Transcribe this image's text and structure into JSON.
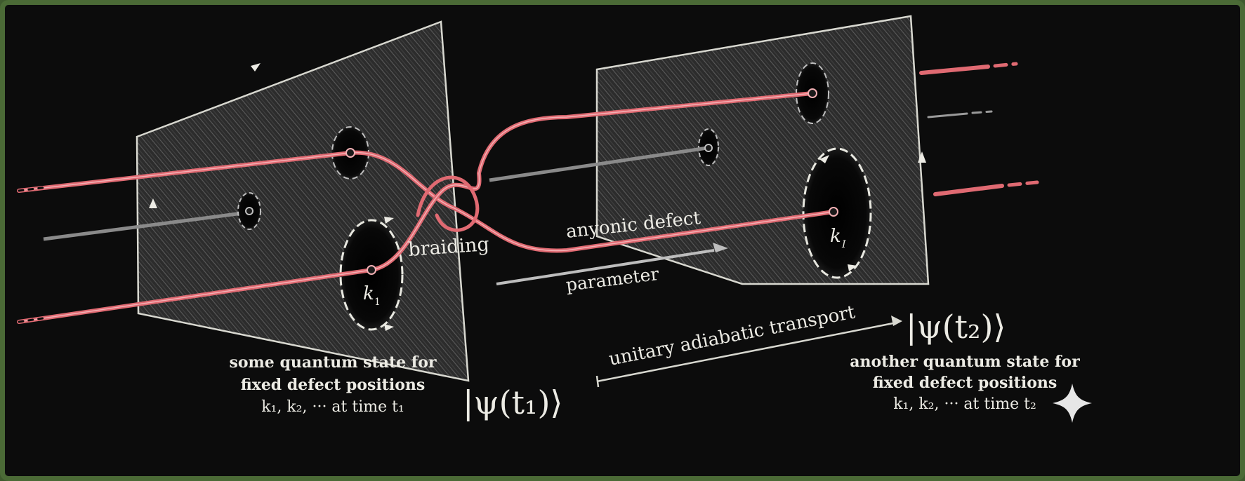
{
  "labels": {
    "braiding": "braiding",
    "anyonic_defect": "anyonic defect",
    "parameter": "parameter",
    "unitary_transport": "unitary adiabatic transport",
    "k1_left": "k",
    "k1_left_sub": "1",
    "k1_right": "k",
    "k1_right_sub": "I",
    "psi_t1": "|ψ(t₁)⟩",
    "psi_t2": "|ψ(t₂)⟩",
    "state_left_line1": "some quantum state for",
    "state_left_line2": "fixed defect positions",
    "state_left_line3": "k₁, k₂, ··· at time t₁",
    "state_right_line1": "another quantum state for",
    "state_right_line2": "fixed defect positions",
    "state_right_line3": "k₁, k₂, ··· at time t₂"
  },
  "colors": {
    "background": "#0c0c0c",
    "frame": "#4b6a36",
    "chalk": "#ecebe4",
    "defect_line": "#e06a72",
    "grey_line": "#8a8a8a"
  },
  "icons": {
    "corner": "sparkle-icon"
  }
}
